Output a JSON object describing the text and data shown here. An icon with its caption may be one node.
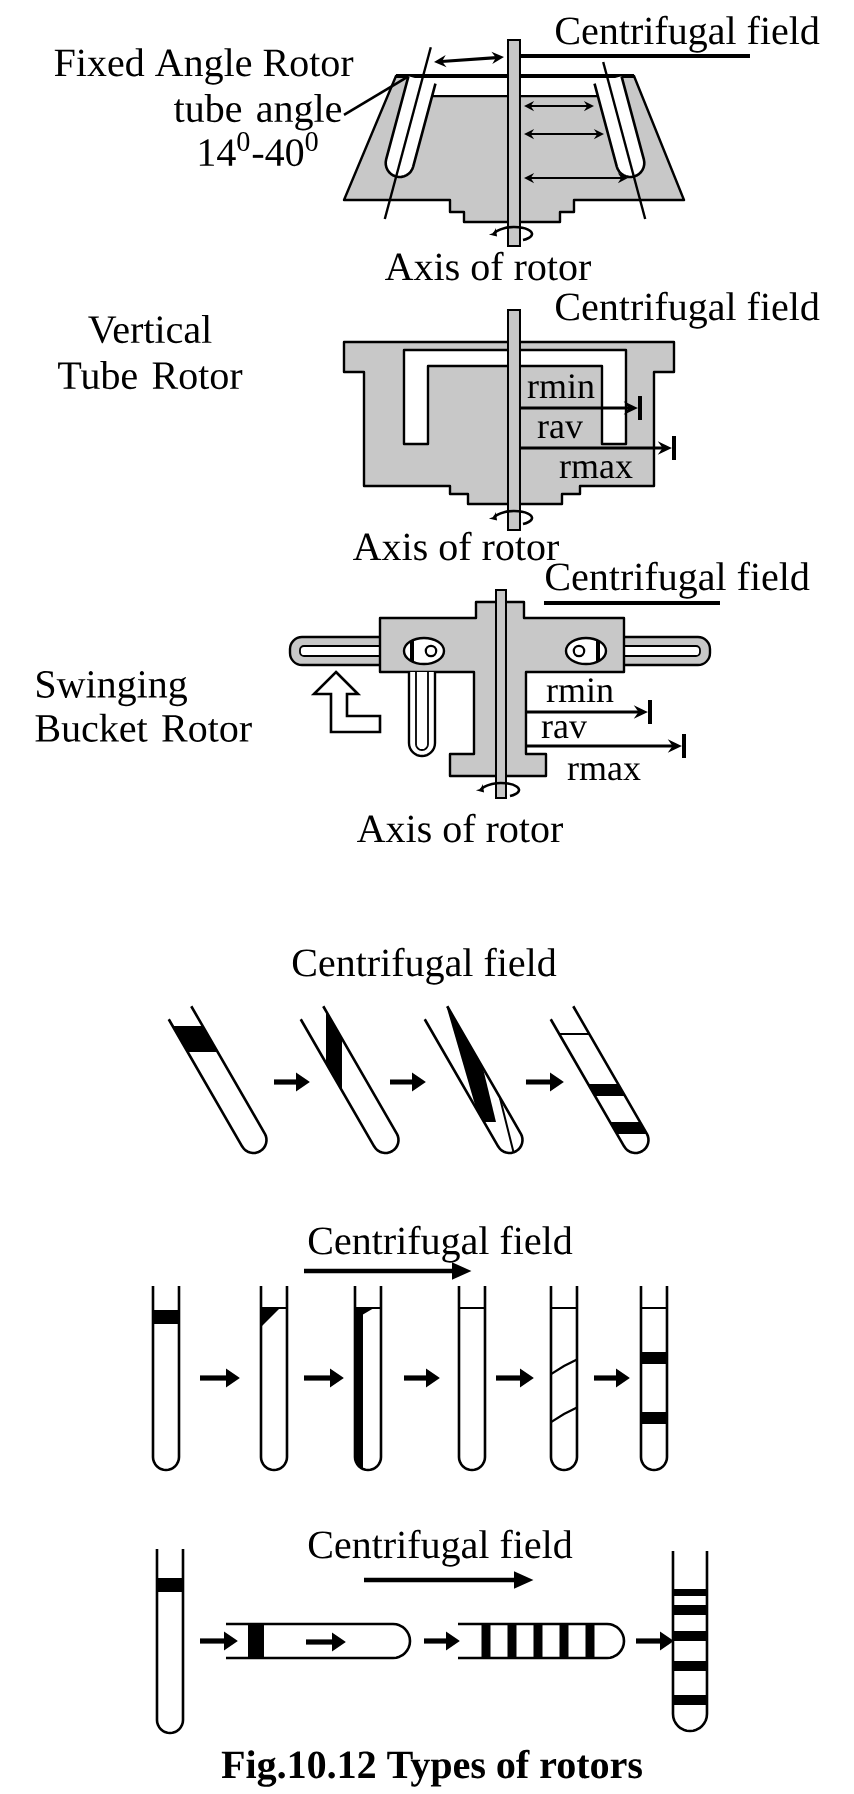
{
  "diagram": {
    "caption": "Fig.10.12 Types of rotors",
    "nodes": [
      {
        "text": [
          "tube angle 14$^{0}$-40$^{0}$"
        ]
      },
      {
        "text": [],
        "shape": "tube"
      },
      {
        "text": [],
        "shape": "tube"
      },
      {
        "text": [],
        "shape": "tube"
      },
      {
        "text": [],
        "shape": "tube"
      },
      {
        "text": [],
        "shape": "tube"
      },
      {
        "text": [],
        "shape": "tube"
      },
      {
        "text": [],
        "shape": "tube"
      },
      {
        "text": [],
        "shape": "tube"
      },
      {
        "text": [],
        "shape": "tube"
      },
      {
        "text": [],
        "shape": "tube"
      },
      {
        "text": [],
        "shape": "tube"
      },
      {
        "text": [],
        "shape": "tube"
      },
      {
        "text": [],
        "shape": "tube"
      },
      {
        "text": [],
        "shape": "tube"
      },
      {
        "text": [],
        "shape": "tube"
      },
      {
        "text": [],
        "shape": "tube"
      }
    ],
    "edges": [
      {
        "from": 0,
        "to": 1,
        "arrow": "none"
      },
      {
        "from": 3,
        "to": 4,
        "arrow": "to"
      },
      {
        "from": 4,
        "to": 5,
        "arrow": "to"
      },
      {
        "from": 5,
        "to": 6,
        "arrow": "to"
      },
      {
        "from": 7,
        "to": 8,
        "arrow": "to"
      },
      {
        "from": 8,
        "to": 9,
        "arrow": "to"
      },
      {
        "from": 9,
        "to": 10,
        "arrow": "to"
      },
      {
        "from": 10,
        "to": 11,
        "arrow": "to"
      },
      {
        "from": 11,
        "to": 12,
        "arrow": "to"
      },
      {
        "from": 13,
        "to": 14,
        "arrow": "to"
      },
      {
        "from": 14,
        "to": 15,
        "arrow": "to"
      },
      {
        "from": 15,
        "to": 16,
        "arrow": "to"
      }
    ],
    "labels": [
      "Fixed Angle Rotor",
      "Centrifugal field",
      "Axis of rotor",
      "Vertical Tube Rotor",
      "Centrifugal field",
      "rmin",
      "rav",
      "rmax",
      "Axis of rotor",
      "Swinging Bucket Rotor",
      "Centrifugal field",
      "rmin",
      "rav",
      "rmax",
      "Axis of rotor",
      "Centrifugal field",
      "Centrifugal field",
      "Centrifugal field"
    ]
  }
}
